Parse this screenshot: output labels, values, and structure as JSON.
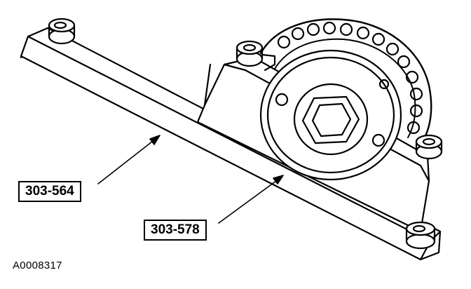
{
  "figure": {
    "figure_id": "A0008317",
    "callouts": [
      {
        "label": "303-564"
      },
      {
        "label": "303-578"
      }
    ]
  }
}
